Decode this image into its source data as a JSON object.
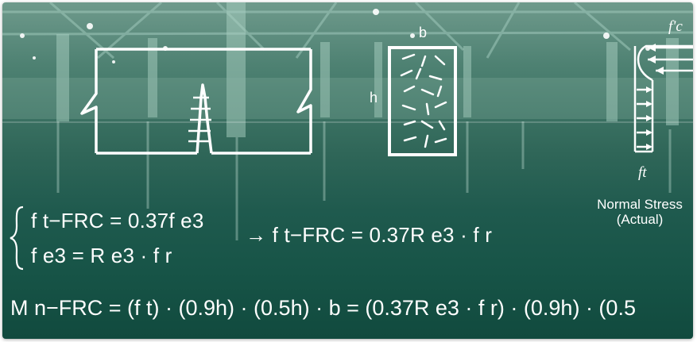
{
  "diagram": {
    "labels": {
      "width": "b",
      "height": "h",
      "compression": "f'c",
      "tension": "ft"
    },
    "stress_caption_line1": "Normal Stress",
    "stress_caption_line2": "(Actual)",
    "equations": {
      "system_line1": "f t−FRC = 0.37f e3",
      "system_line2": "f e3 = R e3 · f r",
      "implication": "→ f t−FRC = 0.37R e3 · f r",
      "moment": "M n−FRC = (f t) · (0.9h) · (0.5h) · b = (0.37R e3 · f r) · (0.9h) · (0.5"
    }
  },
  "colors": {
    "background": "#2f6658",
    "ink": "#ffffff"
  }
}
